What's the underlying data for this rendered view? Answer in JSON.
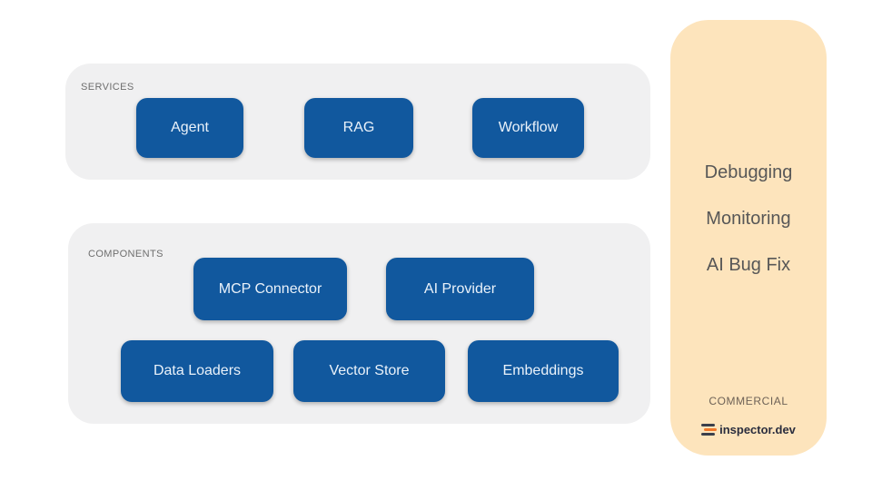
{
  "colors": {
    "node_blue": "#11589E",
    "node_text": "#EAF2FA",
    "panel_gray": "#F0F0F1",
    "panel_label_gray": "#6E6E6E",
    "commercial_peach": "#FDE4BC",
    "feature_text": "#575757",
    "tier_label_text": "#6D6156",
    "brand_text": "#2A2D3E",
    "logo_orange": "#F0792B",
    "logo_dark": "#3A3F4B"
  },
  "services_panel": {
    "label": "SERVICES",
    "nodes": [
      {
        "label": "Agent"
      },
      {
        "label": "RAG"
      },
      {
        "label": "Workflow"
      }
    ]
  },
  "components_panel": {
    "label": "COMPONENTS",
    "row1": [
      {
        "label": "MCP Connector"
      },
      {
        "label": "AI Provider"
      }
    ],
    "row2": [
      {
        "label": "Data Loaders"
      },
      {
        "label": "Vector Store"
      },
      {
        "label": "Embeddings"
      }
    ]
  },
  "commercial_panel": {
    "features": [
      {
        "label": "Debugging"
      },
      {
        "label": "Monitoring"
      },
      {
        "label": "AI Bug Fix"
      }
    ],
    "tier_label": "COMMERCIAL",
    "brand": "inspector.dev"
  }
}
